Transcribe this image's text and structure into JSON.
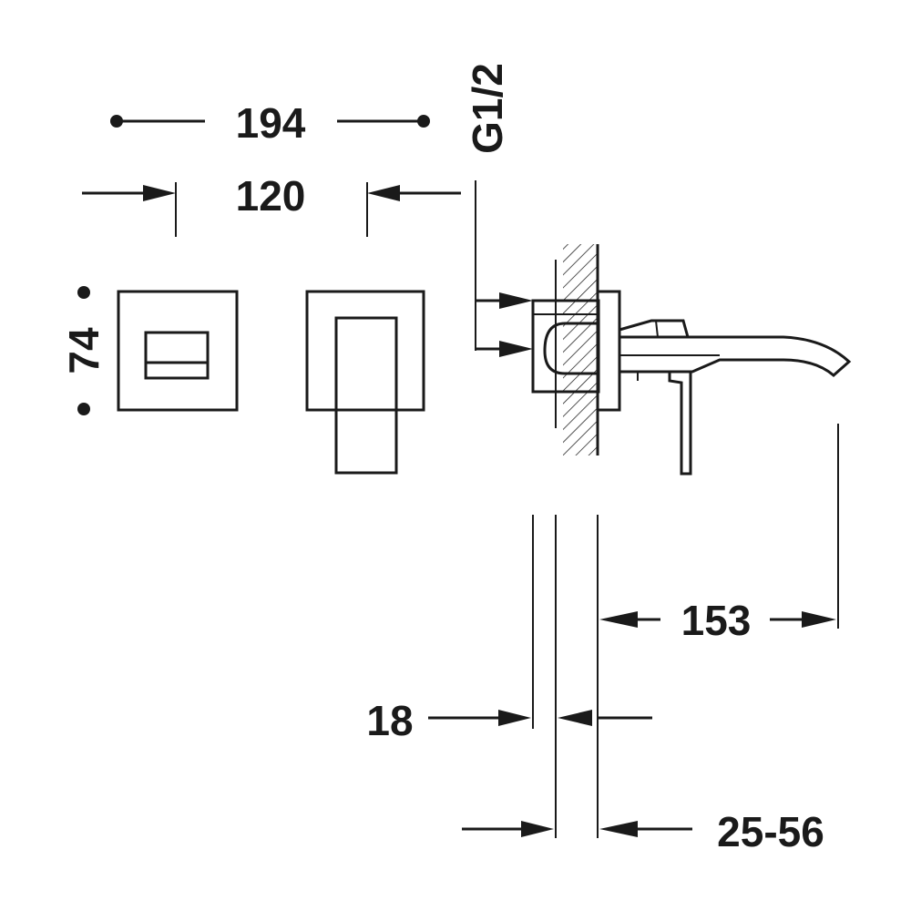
{
  "dimensions": {
    "width_total": "194",
    "width_plate": "120",
    "height_plate": "74",
    "thread": "G1/2",
    "spout_reach": "153",
    "wall_plate_depth": "18",
    "installation_depth": "25-56"
  },
  "colors": {
    "line": "#1a1a1a",
    "background": "#ffffff"
  }
}
